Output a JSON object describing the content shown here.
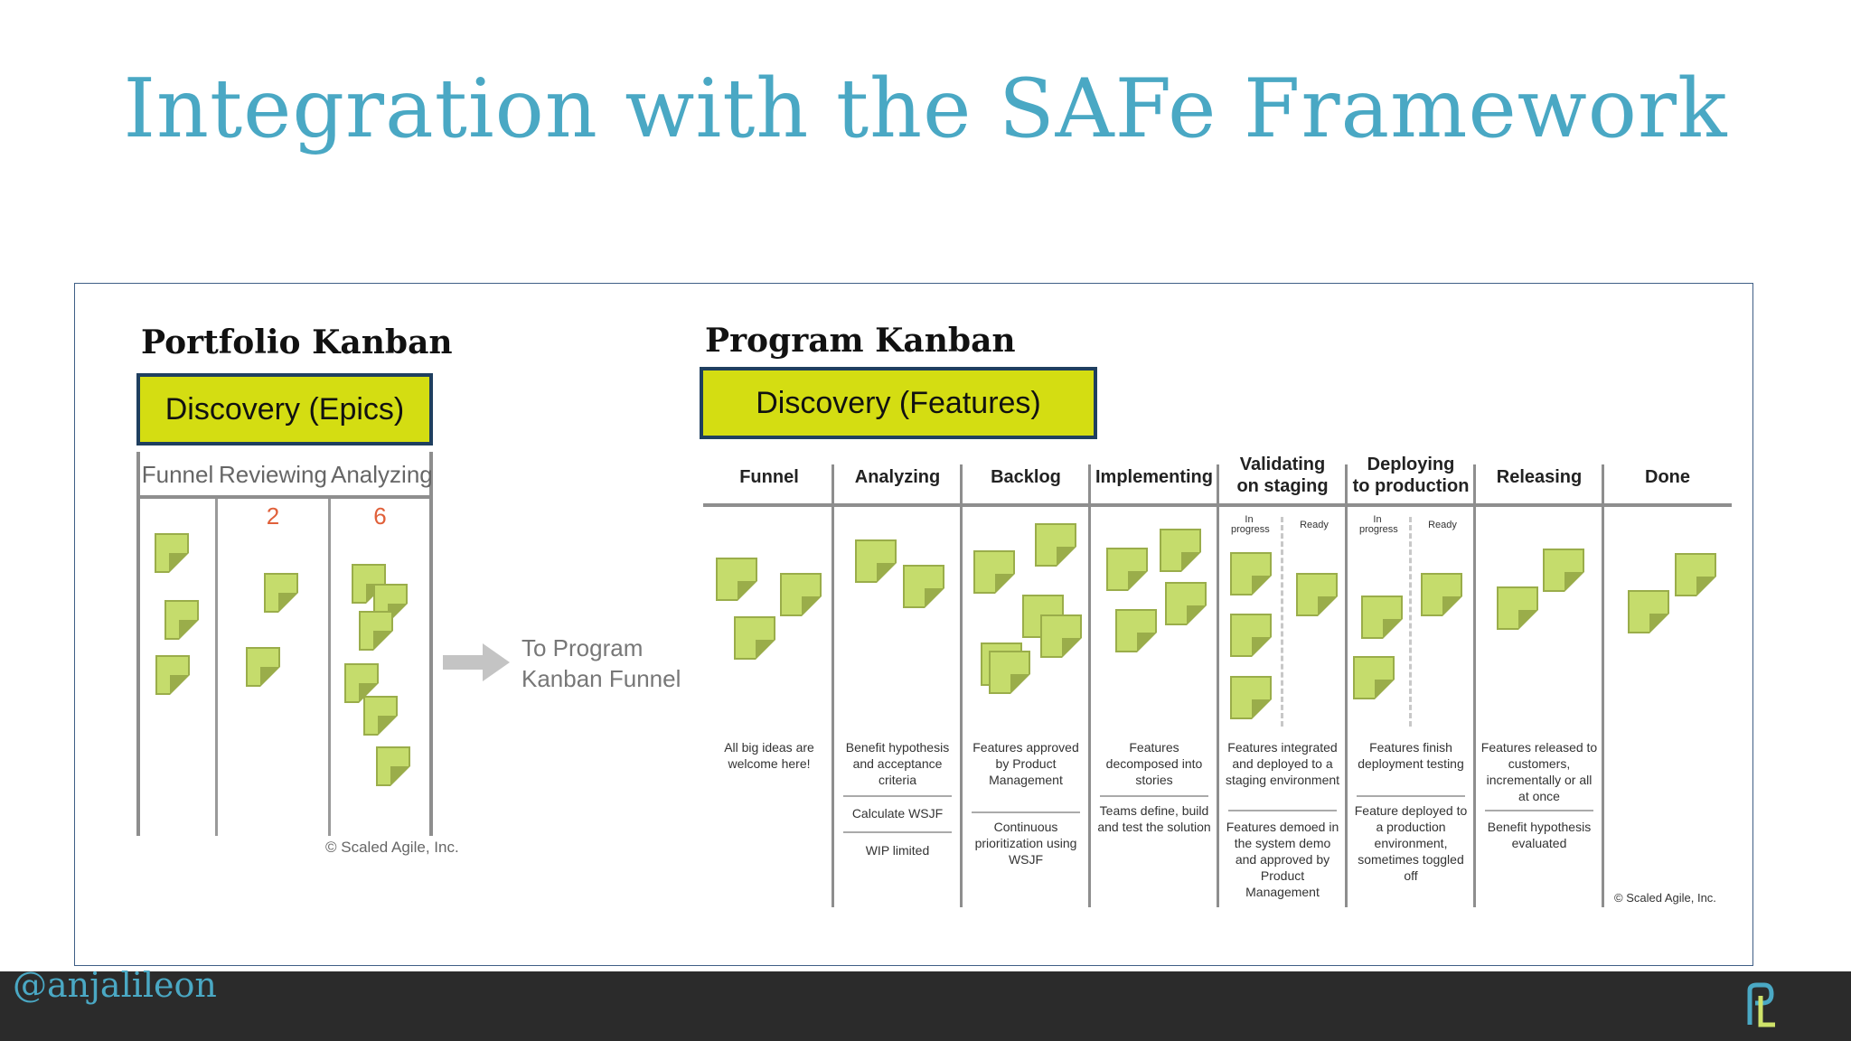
{
  "slide": {
    "title": "Integration with the SAFe Framework",
    "handle": "@anjalileon"
  },
  "portfolio": {
    "heading": "Portfolio Kanban",
    "discovery": "Discovery (Epics)",
    "columns": [
      "Funnel",
      "Reviewing",
      "Analyzing"
    ],
    "counts": [
      "",
      "2",
      "6"
    ],
    "copyright": "© Scaled Agile, Inc.",
    "arrow_label_line1": "To Program",
    "arrow_label_line2": "Kanban Funnel"
  },
  "program": {
    "heading": "Program Kanban",
    "discovery": "Discovery (Features)",
    "columns": [
      {
        "line1": "Funnel",
        "line2": ""
      },
      {
        "line1": "Analyzing",
        "line2": ""
      },
      {
        "line1": "Backlog",
        "line2": ""
      },
      {
        "line1": "Implementing",
        "line2": ""
      },
      {
        "line1": "Validating",
        "line2": "on staging"
      },
      {
        "line1": "Deploying",
        "line2": "to production"
      },
      {
        "line1": "Releasing",
        "line2": ""
      },
      {
        "line1": "Done",
        "line2": ""
      }
    ],
    "subcols": {
      "in_progress_1": "In",
      "in_progress_2": "progress",
      "ready": "Ready"
    },
    "descriptions": {
      "funnel": {
        "a": "All big ideas are welcome here!"
      },
      "analyzing": {
        "a": "Benefit hypothesis and acceptance criteria",
        "b": "Calculate WSJF",
        "c": "WIP limited"
      },
      "backlog": {
        "a": "Features approved by Product Management",
        "b": "Continuous prioritization using WSJF"
      },
      "implementing": {
        "a": "Features decomposed into stories",
        "b": "Teams define, build and test the solution"
      },
      "validating": {
        "a": "Features integrated and deployed to a staging environment",
        "b": "Features demoed in the system demo and approved by Product Management"
      },
      "deploying": {
        "a": "Features finish deployment testing",
        "b": "Feature deployed to a production environment, sometimes toggled off"
      },
      "releasing": {
        "a": "Features released to customers, incrementally or all at once",
        "b": "Benefit hypothesis evaluated"
      }
    },
    "copyright": "© Scaled Agile, Inc."
  }
}
